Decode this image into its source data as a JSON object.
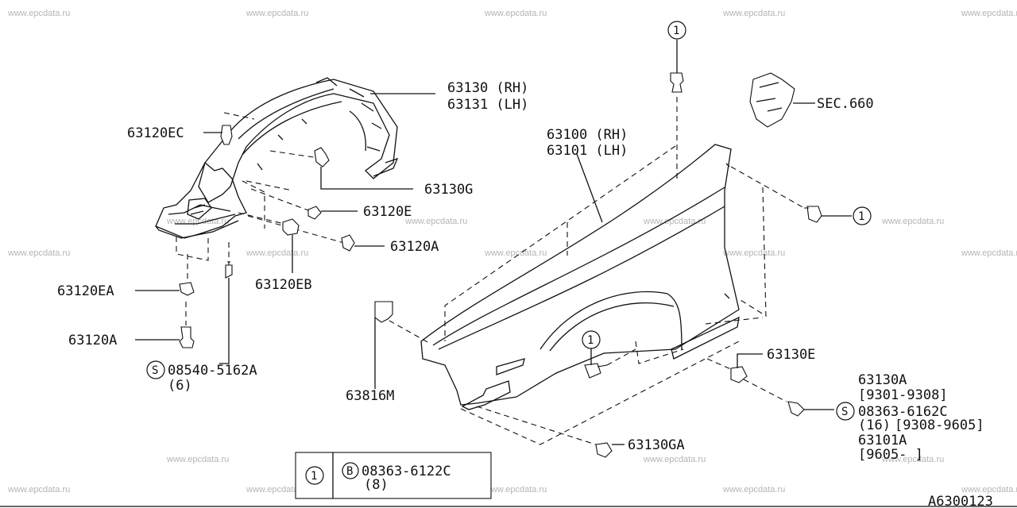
{
  "watermark": "www.epcdata.ru",
  "drawing_code": "A6300123",
  "labels": {
    "p63130": "63130 (RH)",
    "p63131": "63131 (LH)",
    "p63120EC": "63120EC",
    "p63130G": "63130G",
    "p63120E": "63120E",
    "p63120A_top": "63120A",
    "p63120EB": "63120EB",
    "p63120EA": "63120EA",
    "p63120A_bot": "63120A",
    "p08540": "08540-5162A",
    "p08540_qty": "(6)",
    "p63100": "63100 (RH)",
    "p63101": "63101 (LH)",
    "sec660": "SEC.660",
    "p63816M": "63816M",
    "p63130E": "63130E",
    "p63130GA": "63130GA",
    "p63130A": "63130A",
    "p63130A_range": "[9301-9308]",
    "p08363": "08363-6162C",
    "p08363_qty": "(16)",
    "p08363_range": "[9308-9605]",
    "p63101A": "63101A",
    "p63101A_range": "[9605-     ]"
  },
  "callouts": {
    "one": "1"
  },
  "symbols": {
    "s": "S",
    "b": "B"
  },
  "legend": {
    "key": "1",
    "part": "08363-6122C",
    "qty": "(8)"
  }
}
